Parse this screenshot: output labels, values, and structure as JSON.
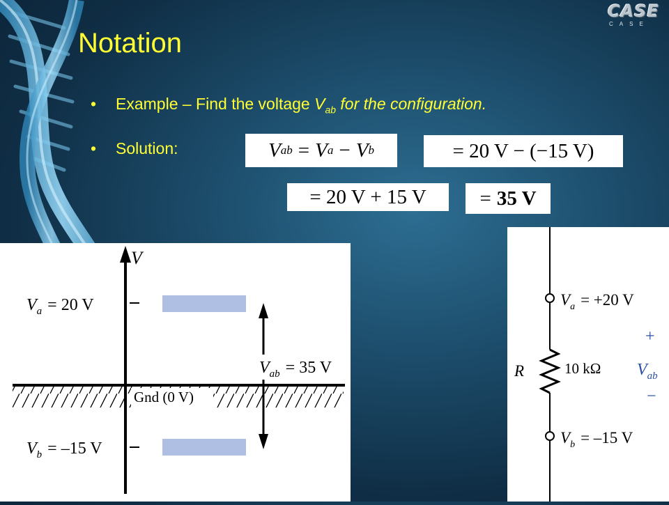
{
  "slide": {
    "title": "Notation",
    "bullets": [
      {
        "prefix": "Example – Find the voltage ",
        "var": "V",
        "sub": "ab",
        "suffix": " for the configuration."
      },
      {
        "text": "Solution:"
      }
    ]
  },
  "logo": {
    "main": "CASE",
    "sub": "CASE"
  },
  "equations": {
    "eq1": {
      "lhs_var": "V",
      "lhs_sub": "ab",
      "op": "=",
      "a_var": "V",
      "a_sub": "a",
      "minus": "−",
      "b_var": "V",
      "b_sub": "b"
    },
    "eq2": "= 20 V − (−15 V)",
    "eq3": "= 20 V + 15 V",
    "eq4_eq": "=",
    "eq4_val": "35 V"
  },
  "diagram_left": {
    "axis_label": "V",
    "va": {
      "var": "V",
      "sub": "a",
      "value": "= 20 V"
    },
    "vb": {
      "var": "V",
      "sub": "b",
      "value": "= –15 V"
    },
    "vab": {
      "var": "V",
      "sub": "ab",
      "value": "= 35 V"
    },
    "gnd": "Gnd (0 V)",
    "bar_color": "#aebfe3"
  },
  "diagram_right": {
    "va": {
      "var": "V",
      "sub": "a",
      "value": "= +20 V"
    },
    "vb": {
      "var": "V",
      "sub": "b",
      "value": "= –15 V"
    },
    "resistor_name": "R",
    "resistor_value": "10 kΩ",
    "plus": "+",
    "minus": "−",
    "vab": {
      "var": "V",
      "sub": "ab"
    },
    "accent": "#2b4fa8"
  }
}
